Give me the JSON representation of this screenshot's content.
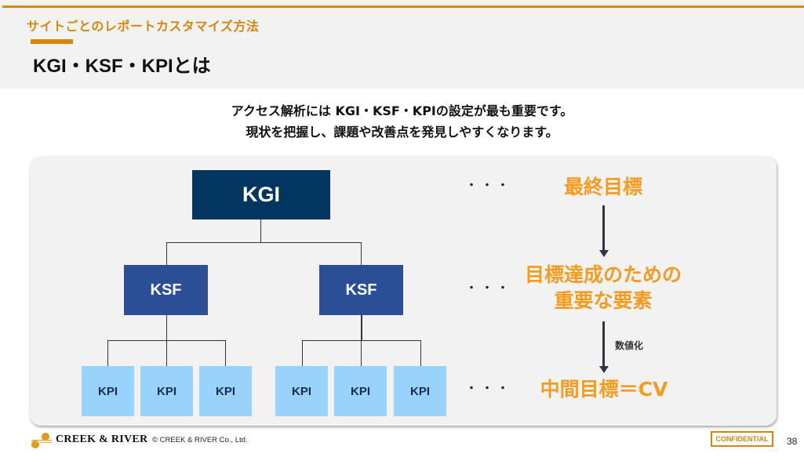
{
  "header": {
    "subtitle": "サイトごとのレポートカスタマイズ方法",
    "title": "KGI・KSF・KPIとは"
  },
  "intro": {
    "line1": "アクセス解析には KGI・KSF・KPIの設定が最も重要です。",
    "line2": "現状を把握し、課題や改善点を発見しやすくなります。"
  },
  "diagram": {
    "kgi": "KGI",
    "ksf": [
      "KSF",
      "KSF"
    ],
    "kpi": [
      "KPI",
      "KPI",
      "KPI",
      "KPI",
      "KPI",
      "KPI"
    ],
    "ellipsis": "・・・",
    "levels": {
      "kgi_label": "最終目標",
      "ksf_label_line1": "目標達成のための",
      "ksf_label_line2": "重要な要素",
      "kpi_label": "中間目標＝CV"
    },
    "arrow_note": "数値化",
    "colors": {
      "kgi": "#023660",
      "ksf": "#2b4f97",
      "kpi": "#99d2fb",
      "label": "#f39c1f",
      "accent": "#d4880a"
    }
  },
  "footer": {
    "brand": "CREEK & RIVER",
    "copyright": "© CREEK & RIVER Co., Ltd.",
    "confidential": "CONFIDENTIAL",
    "page_number": "38"
  }
}
